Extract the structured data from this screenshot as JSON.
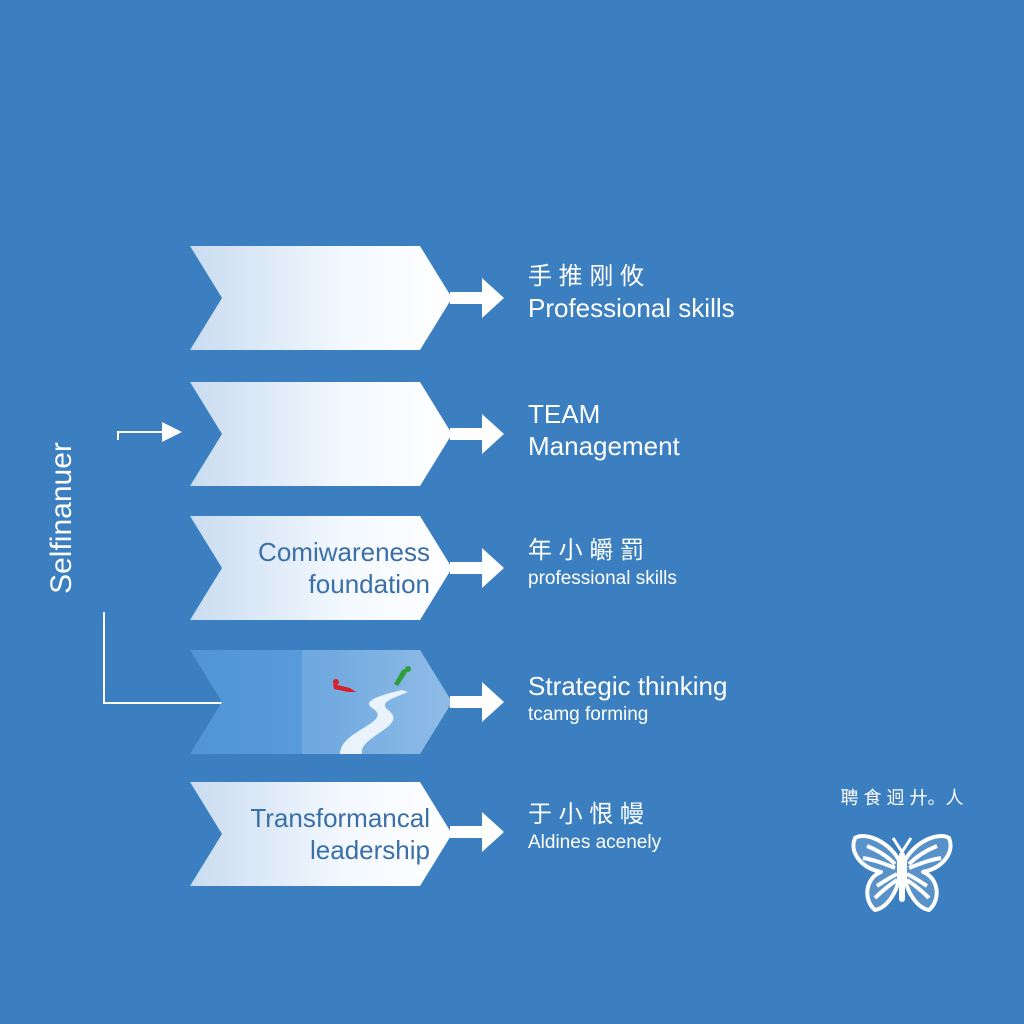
{
  "side_label": "Selfinanuer",
  "rows": [
    {
      "chevron_lines": [],
      "label_line1": "手 推 刚 攸",
      "label_line2": "Professional skills",
      "line2_small": false
    },
    {
      "chevron_lines": [],
      "label_line1": "TEAM",
      "label_line2": "Management",
      "line2_small": false
    },
    {
      "chevron_lines": [
        "Comiwareness",
        "foundation"
      ],
      "label_line1": "年 小 皭 罰",
      "label_line2": "professional skills",
      "line2_small": true
    },
    {
      "chevron_lines": [],
      "label_line1": "Strategic thinking",
      "label_line2": "tcamg forming",
      "line2_small": true,
      "has_illustration": true
    },
    {
      "chevron_lines": [
        "Transformancal",
        "leadership"
      ],
      "label_line1": "于 小 恨 幔",
      "label_line2": "Aldines acenely",
      "line2_small": true
    }
  ],
  "brand": {
    "text": "聘 食 迥 廾。人",
    "icon": "butterfly-icon"
  },
  "colors": {
    "background": "#3b7fc0",
    "chevron_light": "#f4f9ff",
    "chevron_fade": "#c9dcf0",
    "chevron_text": "#3a6fa8",
    "arrow": "#ffffff"
  }
}
